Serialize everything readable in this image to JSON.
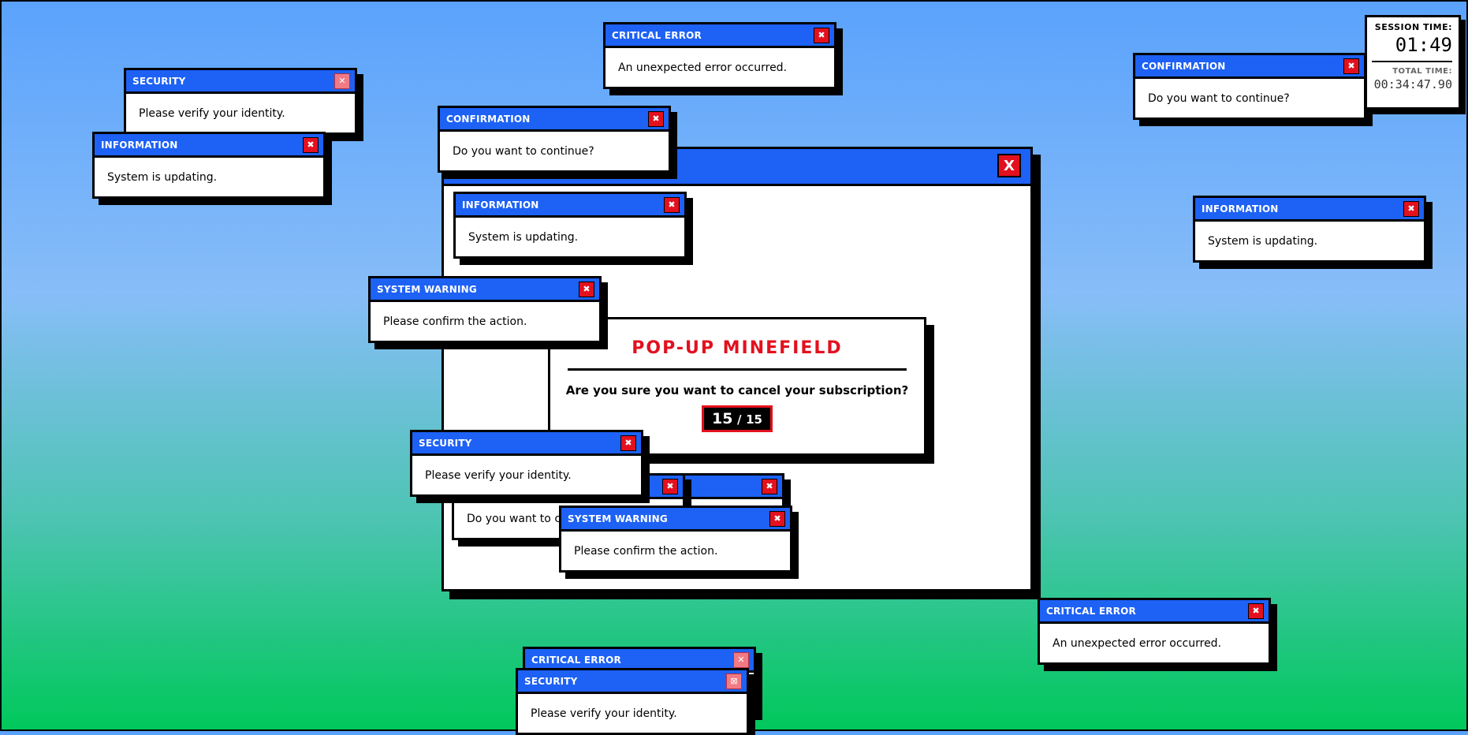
{
  "main_window": {
    "close_label": "X"
  },
  "dialog": {
    "heading": "POP-UP MINEFIELD",
    "question": "Are you sure you want to cancel your subscription?",
    "counter_current": "15",
    "counter_separator": "/",
    "counter_total": "15"
  },
  "timer": {
    "session_label": "SESSION TIME:",
    "session_value": "01:49",
    "total_label": "TOTAL TIME:",
    "total_value": "00:34:47.90"
  },
  "popups": [
    {
      "title": "SECURITY",
      "message": "Please verify your identity.",
      "close": "✕"
    },
    {
      "title": "INFORMATION",
      "message": "System is updating.",
      "close": "✖"
    },
    {
      "title": "CRITICAL ERROR",
      "message": "An unexpected error occurred.",
      "close": "✖"
    },
    {
      "title": "CONFIRMATION",
      "message": "Do you want to continue?",
      "close": "✖"
    },
    {
      "title": "CONFIRMATION",
      "message": "Do you want to continue?",
      "close": "✖"
    },
    {
      "title": "INFORMATION",
      "message": "System is updating.",
      "close": "✖"
    },
    {
      "title": "INFORMATION",
      "message": "System is updating.",
      "close": "✖"
    },
    {
      "title": "SYSTEM WARNING",
      "message": "Please confirm the action.",
      "close": "✖"
    },
    {
      "title": "",
      "message": "",
      "close": "✖"
    },
    {
      "title": "",
      "message": "Do you want to continue?",
      "close": "✖"
    },
    {
      "title": "SECURITY",
      "message": "Please verify your identity.",
      "close": "✖"
    },
    {
      "title": "SYSTEM WARNING",
      "message": "Please confirm the action.",
      "close": "✖"
    },
    {
      "title": "CRITICAL ERROR",
      "message": "An unexpected error occurred.",
      "close": "✖"
    },
    {
      "title": "CRITICAL ERROR",
      "message": "",
      "close": "✕"
    },
    {
      "title": "SECURITY",
      "message": "Please verify your identity.",
      "close": "⊠"
    }
  ]
}
